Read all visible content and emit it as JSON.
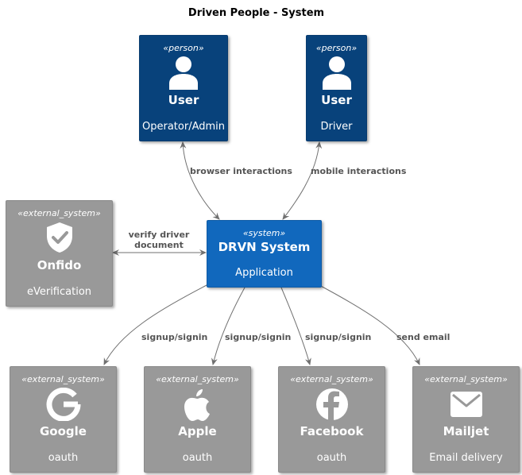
{
  "title": "Driven People - System",
  "colors": {
    "person": "#08427b",
    "system": "#1168bd",
    "external": "#999999",
    "edge": "#707070"
  },
  "nodes": {
    "admin": {
      "stereotype": "«person»",
      "icon": "person-icon",
      "name": "User",
      "description": "Operator/Admin"
    },
    "driver": {
      "stereotype": "«person»",
      "icon": "person-icon",
      "name": "User",
      "description": "Driver"
    },
    "onfido": {
      "stereotype": "«external_system»",
      "icon": "shield-check-icon",
      "name": "Onfido",
      "description": "eVerification"
    },
    "drvn": {
      "stereotype": "«system»",
      "name": "DRVN System",
      "description": "Application"
    },
    "google": {
      "stereotype": "«external_system»",
      "icon": "google-icon",
      "name": "Google",
      "description": "oauth"
    },
    "apple": {
      "stereotype": "«external_system»",
      "icon": "apple-icon",
      "name": "Apple",
      "description": "oauth"
    },
    "facebook": {
      "stereotype": "«external_system»",
      "icon": "facebook-icon",
      "name": "Facebook",
      "description": "oauth"
    },
    "mailjet": {
      "stereotype": "«external_system»",
      "icon": "envelope-icon",
      "name": "Mailjet",
      "description": "Email delivery"
    }
  },
  "edges": {
    "admin_drvn": "browser interactions",
    "driver_drvn": "mobile interactions",
    "onfido_drvn_1": "verify driver",
    "onfido_drvn_2": "document",
    "drvn_google": "signup/signin",
    "drvn_apple": "signup/signin",
    "drvn_facebook": "signup/signin",
    "drvn_mailjet": "send email"
  }
}
